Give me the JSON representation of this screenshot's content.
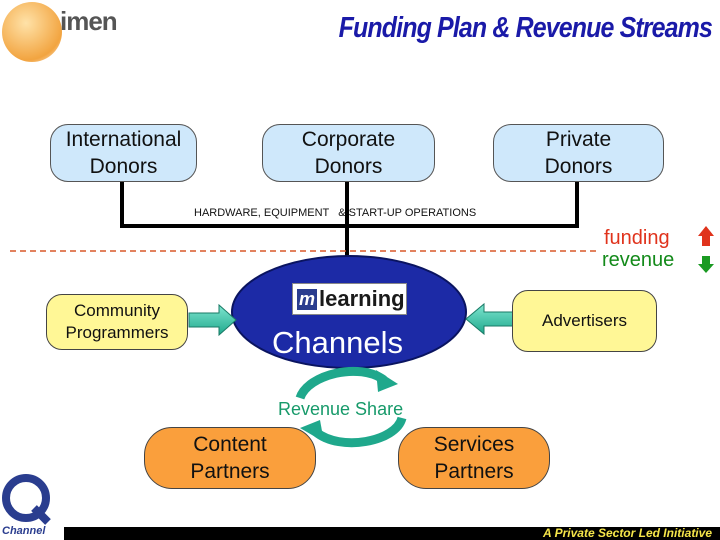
{
  "header": {
    "title": "Funding Plan & Revenue Streams",
    "logo_text": "imen"
  },
  "donors": {
    "international": "International\nDonors",
    "corporate": "Corporate\nDonors",
    "private": "Private\nDonors"
  },
  "labels": {
    "hardware": "HARDWARE, EQUIPMENT   & START-UP OPERATIONS",
    "funding": "funding",
    "revenue": "revenue",
    "revenue_share": "Revenue Share"
  },
  "nodes": {
    "community": "Community\nProgrammers",
    "advertisers": "Advertisers",
    "channels": "Channels",
    "mlearning": "learning",
    "content": "Content\nPartners",
    "services": "Services\nPartners"
  },
  "footer": {
    "tagline": "A Private Sector Led Initiative",
    "qchannel": "Channel"
  },
  "colors": {
    "title": "#1a1aa8",
    "donor_fill": "#cfe8fb",
    "yellow_fill": "#fff796",
    "orange_fill": "#fa9f3c",
    "channels_fill": "#1c2aa6",
    "arrow_teal": "#3cc8a8",
    "funding": "#e0331c",
    "revenue": "#138a1a"
  }
}
